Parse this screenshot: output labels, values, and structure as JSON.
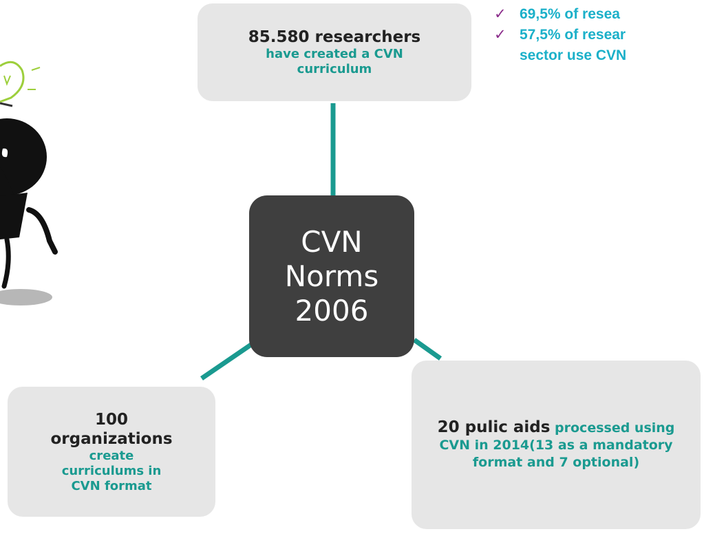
{
  "center": {
    "lines": [
      "CVN",
      "Norms",
      "2006"
    ]
  },
  "top_box": {
    "bold": "85.580 researchers",
    "teal": "have created a CVN curriculum"
  },
  "left_box": {
    "bold_line1": "100",
    "bold_line2": "organizations",
    "teal": "create curriculums in CVN format"
  },
  "right_box": {
    "bold": "20 pulic aids",
    "teal": " processed using CVN in 2014(13 as a mandatory format and 7 optional)"
  },
  "checklist": {
    "item1": "69,5% of resea",
    "item2_line1": "57,5% of resear",
    "item2_line2": "sector use CVN"
  },
  "colors": {
    "connector": "#1a9a90",
    "center_box": "#3f3f3f",
    "box_bg": "#e6e6e6",
    "teal_text": "#1a9a90",
    "checklist_text": "#1bb0c9",
    "check_mark": "#8a2b8a"
  },
  "icons": {
    "check": "check-mark-icon",
    "mascot": "idea-mascot-icon"
  }
}
